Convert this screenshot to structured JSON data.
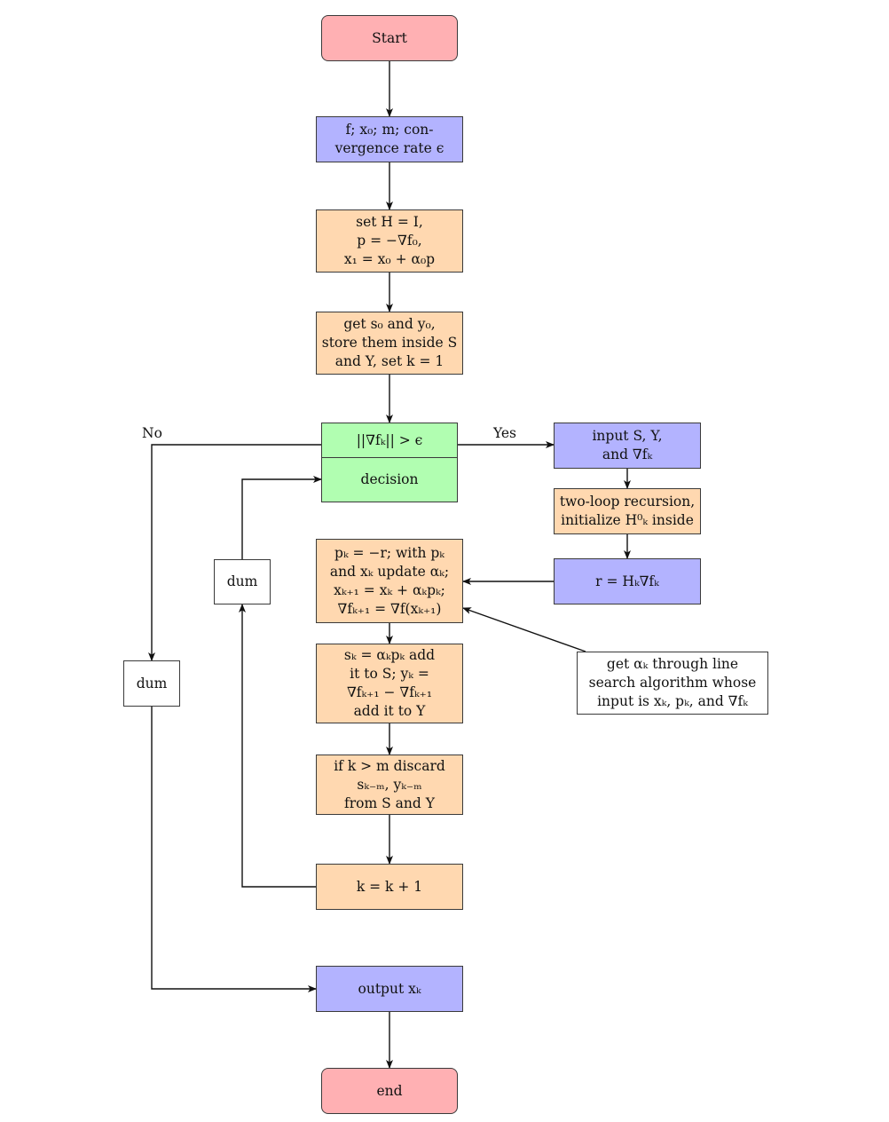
{
  "nodes": {
    "start": "Start",
    "inputs": [
      "f; x₀; m; con-",
      "vergence rate ϵ"
    ],
    "init": [
      "set H = I,",
      "p  =  −∇f₀,",
      "x₁  =  x₀ + α₀p"
    ],
    "store": [
      "get s₀ and y₀,",
      "store them inside S",
      "and Y, set k = 1"
    ],
    "decision_condition": "||∇fₖ|| > ϵ",
    "decision_label": "decision",
    "input_sy": [
      "input S, Y,",
      "and ∇fₖ"
    ],
    "two_loop": [
      "two-loop recursion,",
      "initialize H⁰ₖ inside"
    ],
    "r_calc": "r  =  Hₖ∇fₖ",
    "update": [
      "pₖ = −r; with pₖ",
      "and xₖ update αₖ;",
      "xₖ₊₁ = xₖ + αₖpₖ;",
      "∇fₖ₊₁ = ∇f(xₖ₊₁)"
    ],
    "line_search": [
      "get αₖ through line",
      "search algorithm whose",
      "input is xₖ, pₖ, and ∇fₖ"
    ],
    "sk_yk": [
      "sₖ  =  αₖpₖ add",
      "it to S; yₖ  =",
      "∇fₖ₊₁ − ∇fₖ₊₁",
      "add it to Y"
    ],
    "discard": [
      "if k > m discard",
      "sₖ₋ₘ, yₖ₋ₘ",
      "from S and Y"
    ],
    "increment": "k  =  k + 1",
    "dum_left": "dum",
    "dum_inner": "dum",
    "output": "output xₖ",
    "end": "end"
  },
  "edge_labels": {
    "no": "No",
    "yes": "Yes"
  },
  "colors": {
    "terminal": "#ffb0b3",
    "io": "#b3b3ff",
    "process": "#ffd8b0",
    "decision": "#b1feb1",
    "plain": "#ffffff"
  }
}
